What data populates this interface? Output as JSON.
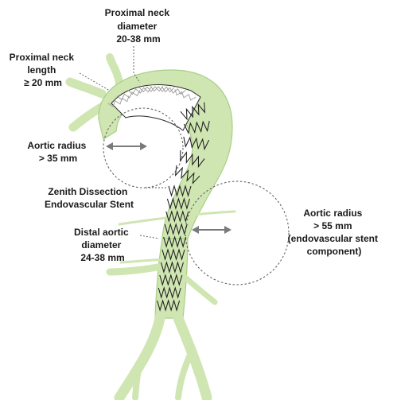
{
  "labels": {
    "proximal_neck_diameter": [
      "Proximal neck",
      "diameter",
      "20-38 mm"
    ],
    "proximal_neck_length": [
      "Proximal neck",
      "length",
      "≥ 20 mm"
    ],
    "aortic_radius_arch": [
      "Aortic radius",
      "> 35 mm"
    ],
    "zenith_stent": [
      "Zenith Dissection",
      "Endovascular Stent"
    ],
    "distal_aortic_diameter": [
      "Distal aortic",
      "diameter",
      "24-38 mm"
    ],
    "aortic_radius_descending": [
      "Aortic radius",
      "> 55 mm",
      "(endovascular stent",
      "component)"
    ]
  },
  "colors": {
    "vessel_fill": "#cfe6b2",
    "vessel_edge": "#a9cf86",
    "stent_strut": "#1c1c1c",
    "measure_arrow": "#7a7a7a"
  }
}
